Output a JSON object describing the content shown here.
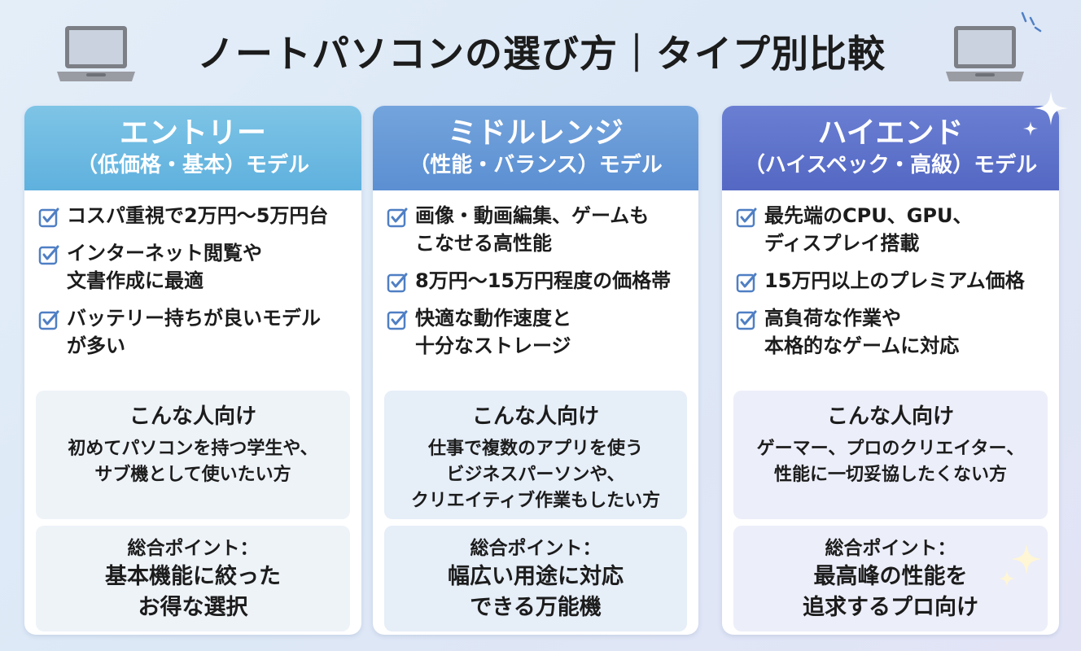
{
  "title": "ノートパソコンの選び方｜タイプ別比較",
  "colors": {
    "entry_header": "#5fb1de",
    "middle_header": "#5b8fd2",
    "high_header": "#5468c4",
    "check_color": "#4f7fc4"
  },
  "icons": {
    "title_left": "laptop-icon",
    "title_right": "laptop-icon",
    "feature_bullet": "checkbox-icon",
    "decoration": "sparkle-icon"
  },
  "cards": [
    {
      "title": "エントリー",
      "subtitle": "（低価格・基本）モデル",
      "features": [
        {
          "lines": [
            "コスパ重視で2万円〜5万円台"
          ]
        },
        {
          "lines": [
            "インターネット閲覧や",
            "文書作成に最適"
          ]
        },
        {
          "lines": [
            "バッテリー持ちが良いモデル",
            "が多い"
          ]
        }
      ],
      "who_title": "こんな人向け",
      "who_lines": [
        "初めてパソコンを持つ学生や、",
        "サブ機として使いたい方"
      ],
      "point_title": "総合ポイント：",
      "point_lines": [
        "基本機能に絞った",
        "お得な選択"
      ]
    },
    {
      "title": "ミドルレンジ",
      "subtitle": "（性能・バランス）モデル",
      "features": [
        {
          "lines": [
            "画像・動画編集、ゲームも",
            "こなせる高性能"
          ]
        },
        {
          "lines": [
            "8万円〜15万円程度の価格帯"
          ]
        },
        {
          "lines": [
            "快適な動作速度と",
            "十分なストレージ"
          ]
        }
      ],
      "who_title": "こんな人向け",
      "who_lines": [
        "仕事で複数のアプリを使う",
        "ビジネスパーソンや、",
        "クリエイティブ作業もしたい方"
      ],
      "point_title": "総合ポイント：",
      "point_lines": [
        "幅広い用途に対応",
        "できる万能機"
      ]
    },
    {
      "title": "ハイエンド",
      "subtitle": "（ハイスペック・高級）モデル",
      "features": [
        {
          "lines": [
            "最先端のCPU、GPU、",
            "ディスプレイ搭載"
          ]
        },
        {
          "lines": [
            "15万円以上のプレミアム価格"
          ]
        },
        {
          "lines": [
            "高負荷な作業や",
            "本格的なゲームに対応"
          ]
        }
      ],
      "who_title": "こんな人向け",
      "who_lines": [
        "ゲーマー、プロのクリエイター、",
        "性能に一切妥協したくない方"
      ],
      "point_title": "総合ポイント：",
      "point_lines": [
        "最高峰の性能を",
        "追求するプロ向け"
      ]
    }
  ]
}
